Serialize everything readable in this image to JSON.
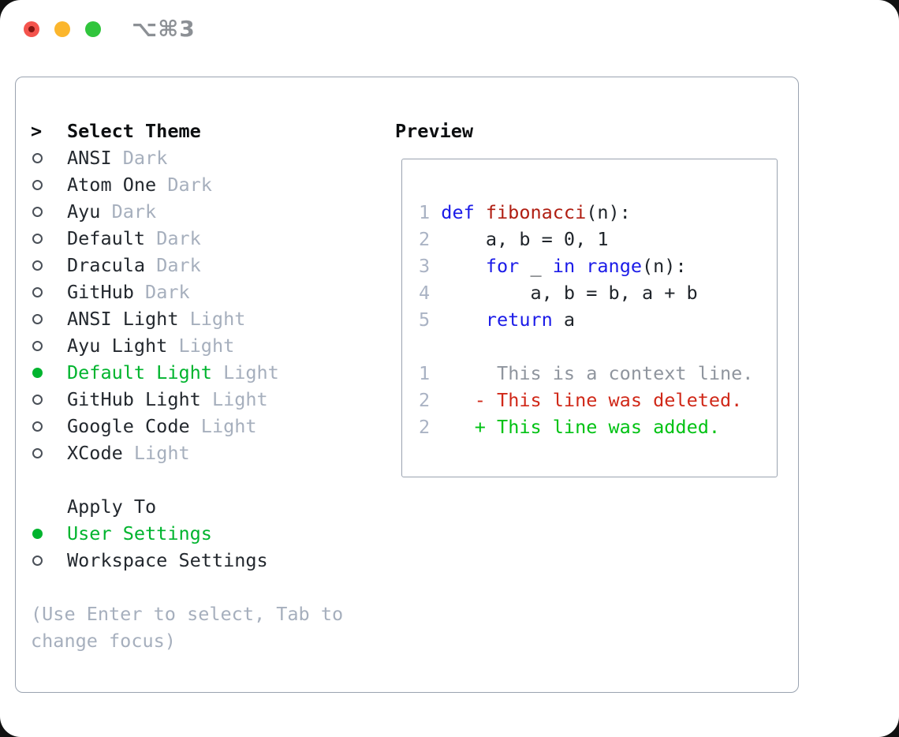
{
  "window": {
    "title": "⌥⌘3"
  },
  "theme_picker": {
    "header_marker": ">",
    "header": "Select Theme",
    "themes": [
      {
        "name": "ANSI",
        "variant": "Dark",
        "selected": false
      },
      {
        "name": "Atom One",
        "variant": "Dark",
        "selected": false
      },
      {
        "name": "Ayu",
        "variant": "Dark",
        "selected": false
      },
      {
        "name": "Default",
        "variant": "Dark",
        "selected": false
      },
      {
        "name": "Dracula",
        "variant": "Dark",
        "selected": false
      },
      {
        "name": "GitHub",
        "variant": "Dark",
        "selected": false
      },
      {
        "name": "ANSI Light",
        "variant": "Light",
        "selected": false
      },
      {
        "name": "Ayu Light",
        "variant": "Light",
        "selected": false
      },
      {
        "name": "Default Light",
        "variant": "Light",
        "selected": true
      },
      {
        "name": "GitHub Light",
        "variant": "Light",
        "selected": false
      },
      {
        "name": "Google Code",
        "variant": "Light",
        "selected": false
      },
      {
        "name": "XCode",
        "variant": "Light",
        "selected": false
      }
    ],
    "apply_to": {
      "header": "Apply To",
      "options": [
        {
          "label": "User Settings",
          "selected": true
        },
        {
          "label": "Workspace Settings",
          "selected": false
        }
      ]
    },
    "hint": "(Use Enter to select, Tab to change focus)"
  },
  "preview": {
    "header": "Preview",
    "code_lines": [
      [
        {
          "t": "1 ",
          "c": "num"
        },
        {
          "t": "def ",
          "c": "kw"
        },
        {
          "t": "fibonacci",
          "c": "fn"
        },
        {
          "t": "(n):",
          "c": "pln"
        }
      ],
      [
        {
          "t": "2 ",
          "c": "num"
        },
        {
          "t": "    a, b = 0, 1",
          "c": "pln"
        }
      ],
      [
        {
          "t": "3 ",
          "c": "num"
        },
        {
          "t": "    ",
          "c": "pln"
        },
        {
          "t": "for",
          "c": "kw"
        },
        {
          "t": " _ ",
          "c": "pln"
        },
        {
          "t": "in",
          "c": "kw"
        },
        {
          "t": " ",
          "c": "pln"
        },
        {
          "t": "range",
          "c": "kw"
        },
        {
          "t": "(n):",
          "c": "pln"
        }
      ],
      [
        {
          "t": "4 ",
          "c": "num"
        },
        {
          "t": "        a, b = b, a + b",
          "c": "pln"
        }
      ],
      [
        {
          "t": "5 ",
          "c": "num"
        },
        {
          "t": "    ",
          "c": "pln"
        },
        {
          "t": "return",
          "c": "kw"
        },
        {
          "t": " a",
          "c": "pln"
        }
      ],
      [
        {
          "t": "",
          "c": "pln"
        }
      ],
      [
        {
          "t": "1",
          "c": "num"
        },
        {
          "t": "      This is a context line.",
          "c": "ctx"
        }
      ],
      [
        {
          "t": "2",
          "c": "num"
        },
        {
          "t": "    ",
          "c": "pln"
        },
        {
          "t": "- This line was deleted.",
          "c": "del"
        }
      ],
      [
        {
          "t": "2",
          "c": "num"
        },
        {
          "t": "    ",
          "c": "pln"
        },
        {
          "t": "+ This line was added.",
          "c": "add"
        }
      ]
    ]
  },
  "colors": {
    "accent-green": "#00b42e",
    "added-green": "#00c213",
    "deleted-red": "#d02818",
    "keyword-blue": "#1b1be8",
    "function-red": "#b01e12",
    "code-black": "#1f242a",
    "line-number-gray": "#aab3c4",
    "context-gray": "#8f959e",
    "muted-gray": "#a6afbd",
    "text-dark": "#23282e",
    "header-black": "#0c0e10",
    "ring-gray": "#4a5058",
    "border-gray": "#9aa3b0",
    "title-gray": "#8c9095",
    "light-red": "#f4544d",
    "light-red-dot": "#821511",
    "light-yellow": "#fbb62d",
    "light-green": "#30c53c"
  }
}
